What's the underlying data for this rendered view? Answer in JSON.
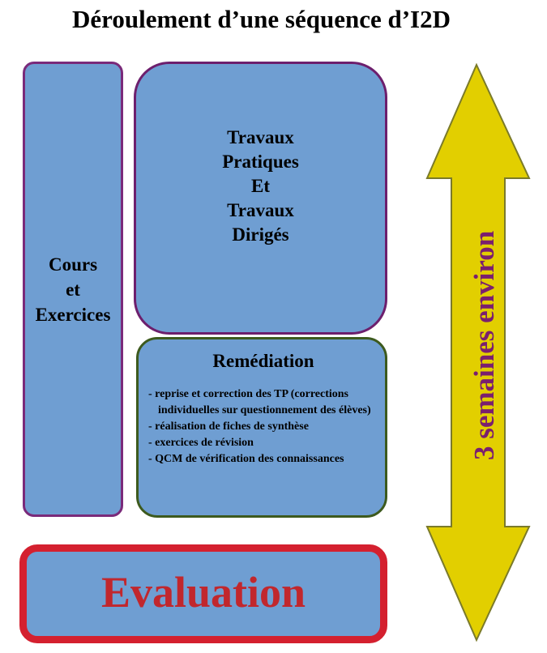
{
  "title": "Déroulement d’une séquence d’I2D",
  "cours": {
    "lines": [
      "Cours",
      "et",
      "Exercices"
    ]
  },
  "tp": {
    "lines": [
      "Travaux",
      "Pratiques",
      "Et",
      "Travaux",
      "Dirigés"
    ]
  },
  "remediation": {
    "title": "Remédiation",
    "items": [
      "- reprise et correction des TP (corrections individuelles sur questionnement des élèves)",
      "- réalisation de fiches de synthèse",
      "- exercices de révision",
      "- QCM de vérification des connaissances"
    ]
  },
  "evaluation": {
    "label": "Evaluation"
  },
  "duration": {
    "label": "3 semaines environ"
  },
  "colors": {
    "box_fill": "#6f9ed2",
    "arrow_fill": "#e2cf00",
    "evaluation_border": "#d4202f",
    "evaluation_text": "#c1272d",
    "duration_text": "#7a1f6f"
  }
}
